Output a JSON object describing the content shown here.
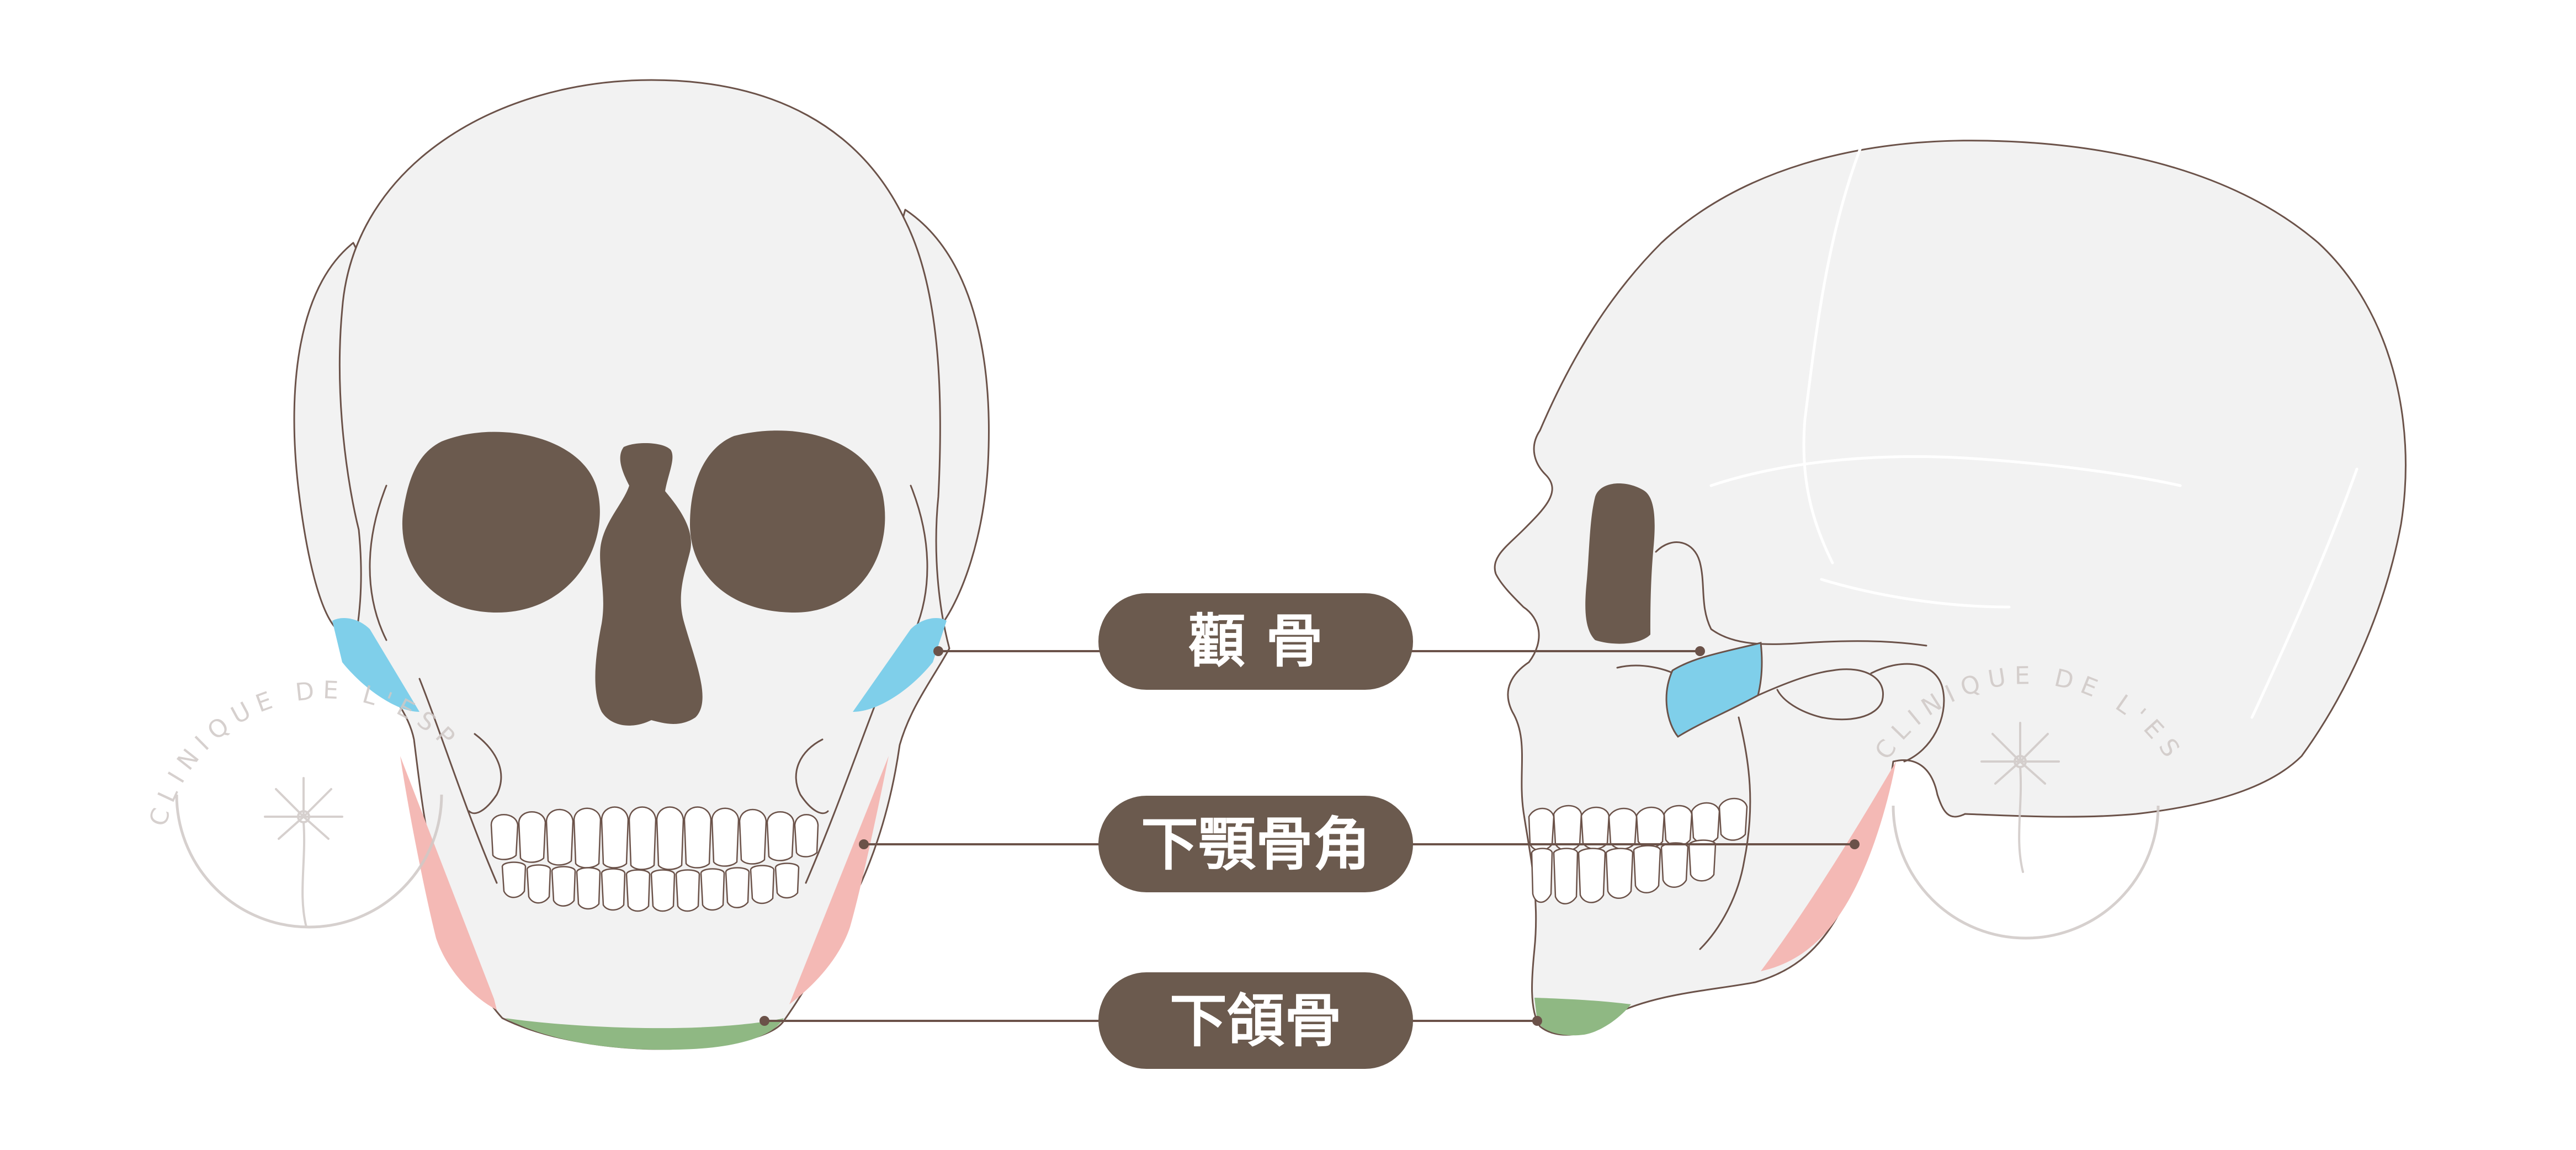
{
  "labels": {
    "zygoma": "顴 骨",
    "mandible_angle": "下顎骨角",
    "chin": "下頜骨"
  },
  "watermark": {
    "text": "CLINIQUE DE L'ESPOIR",
    "icon": "dandelion-icon"
  },
  "colors": {
    "zygoma_highlight": "#7fcfea",
    "mandible_angle_highlight": "#f4b9b5",
    "chin_highlight": "#8fb883",
    "label_background": "#6b5a4e",
    "orbit_fill": "#6b5a4e",
    "bone_fill": "#f2f2f2"
  }
}
